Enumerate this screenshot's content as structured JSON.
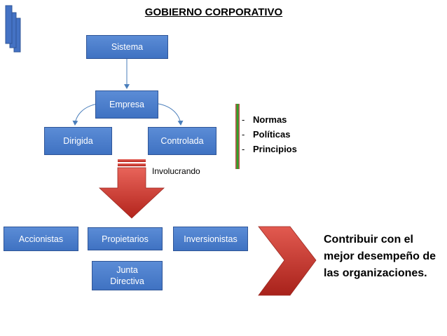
{
  "title": "GOBIERNO CORPORATIVO",
  "nodes": {
    "sistema": "Sistema",
    "empresa": "Empresa",
    "dirigida": "Dirigida",
    "controlada": "Controlada",
    "accionistas": "Accionistas",
    "propietarios": "Propietarios",
    "inversionistas": "Inversionistas",
    "junta": "Junta Directiva"
  },
  "involucrando": "Involucrando",
  "list": {
    "dash": "-",
    "items": [
      "Normas",
      "Políticas",
      "Principios"
    ]
  },
  "result": "Contribuir con el mejor desempeño de las organizaciones.",
  "colors": {
    "box_fill": "#4f81bd",
    "arrow_red": "#c0392b",
    "bracket_green": "#2ea52a",
    "bracket_red": "#c0504d",
    "deco_blue": "#4472c4"
  }
}
